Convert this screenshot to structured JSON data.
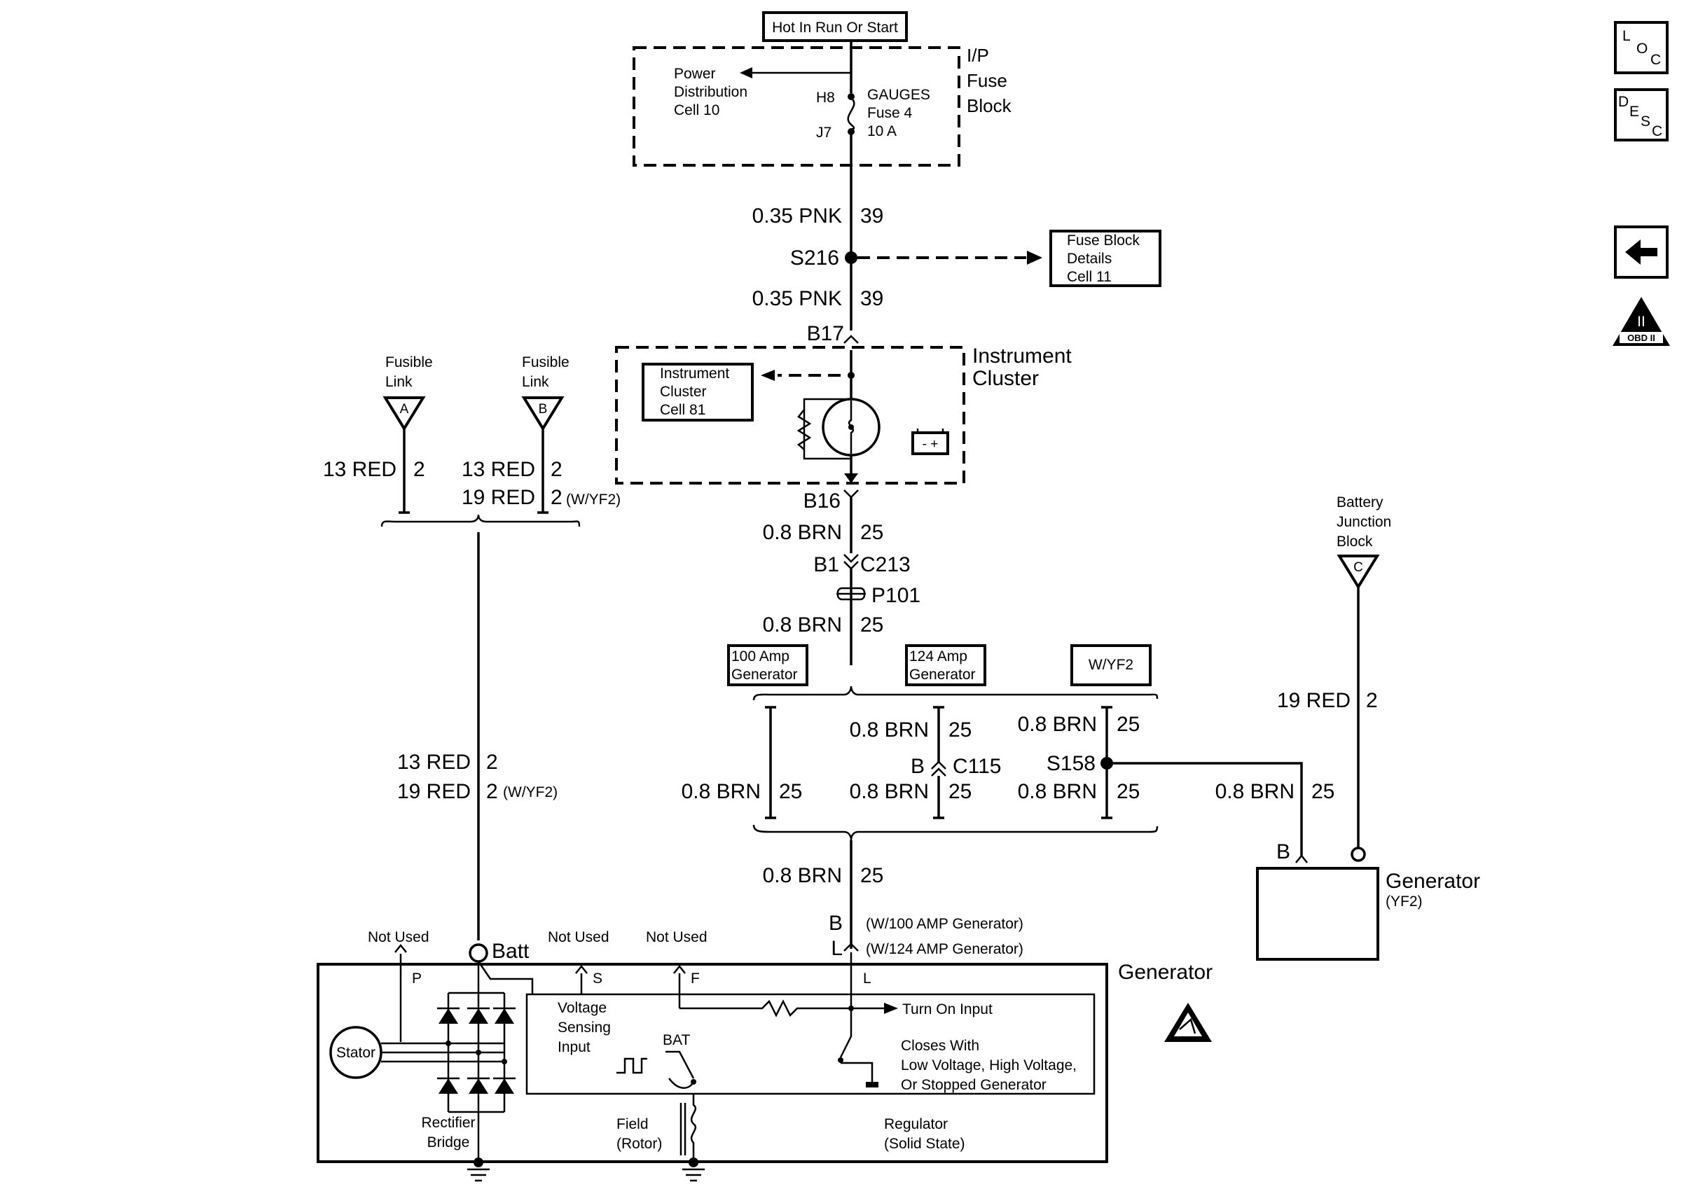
{
  "top": {
    "power_source": "Hot In Run Or Start",
    "ip_fuse_block": [
      "I/P",
      "Fuse",
      "Block"
    ],
    "power_distribution": [
      "Power",
      "Distribution",
      "Cell 10"
    ],
    "fuse": {
      "pin_top": "H8",
      "pin_bottom": "J7",
      "lines": [
        "GAUGES",
        "Fuse 4",
        "10 A"
      ]
    }
  },
  "splice_s216": {
    "wire_above": {
      "gauge": "0.35 PNK",
      "circuit": "39"
    },
    "label": "S216",
    "wire_below": {
      "gauge": "0.35 PNK",
      "circuit": "39"
    },
    "details_ref": [
      "Fuse Block",
      "Details",
      "Cell 11"
    ]
  },
  "instrument_cluster": {
    "pin_in": "B17",
    "pin_out": "B16",
    "title": [
      "Instrument",
      "Cluster"
    ],
    "ref": [
      "Instrument",
      "Cluster",
      "Cell 81"
    ],
    "battery_symbol": "- +"
  },
  "fusible_links": {
    "a": {
      "title": [
        "Fusible",
        "Link"
      ],
      "letter": "A",
      "gauge": "13 RED",
      "circuit": "2"
    },
    "b": {
      "title": [
        "Fusible",
        "Link"
      ],
      "letter": "B",
      "rows": [
        {
          "gauge": "13 RED",
          "circuit": "2",
          "note": ""
        },
        {
          "gauge": "19 RED",
          "circuit": "2",
          "note": "(W/YF2)"
        }
      ]
    },
    "trunk": [
      {
        "gauge": "13 RED",
        "circuit": "2",
        "note": ""
      },
      {
        "gauge": "19 RED",
        "circuit": "2",
        "note": "(W/YF2)"
      }
    ]
  },
  "brown_circuit": {
    "w1": {
      "gauge": "0.8 BRN",
      "circuit": "25"
    },
    "c213": {
      "pin": "B1",
      "label": "C213"
    },
    "p101": "P101",
    "w2": {
      "gauge": "0.8 BRN",
      "circuit": "25"
    },
    "options": [
      "100 Amp Generator",
      "124 Amp Generator",
      "W/YF2"
    ],
    "left_branch": {
      "gauge": "0.8 BRN",
      "circuit": "25"
    },
    "mid_top": {
      "gauge": "0.8 BRN",
      "circuit": "25"
    },
    "c115": {
      "pin": "B",
      "label": "C115"
    },
    "mid_bottom": {
      "gauge": "0.8 BRN",
      "circuit": "25"
    },
    "right_top": {
      "gauge": "0.8 BRN",
      "circuit": "25"
    },
    "s158": "S158",
    "right_bottom": {
      "gauge": "0.8 BRN",
      "circuit": "25"
    },
    "to_yf2": {
      "gauge": "0.8 BRN",
      "circuit": "25"
    },
    "final": {
      "gauge": "0.8 BRN",
      "circuit": "25"
    },
    "gen_pins": [
      {
        "pin": "B",
        "note": "(W/100 AMP Generator)"
      },
      {
        "pin": "L",
        "note": "(W/124 AMP Generator)"
      }
    ]
  },
  "battery_junction": {
    "title": [
      "Battery",
      "Junction",
      "Block"
    ],
    "letter": "C",
    "wire": {
      "gauge": "19 RED",
      "circuit": "2"
    }
  },
  "yf2_generator": {
    "pin": "B",
    "title": "Generator",
    "sub": "(YF2)"
  },
  "generator": {
    "title": "Generator",
    "batt": "Batt",
    "terminals": {
      "p": "P",
      "s": "S",
      "f": "F",
      "l": "L"
    },
    "not_used": [
      "Not Used",
      "Not Used",
      "Not Used"
    ],
    "stator": "Stator",
    "rectifier": [
      "Rectifier",
      "Bridge"
    ],
    "voltage_sensing": [
      "Voltage",
      "Sensing",
      "Input"
    ],
    "bat": "BAT",
    "field": [
      "Field",
      "(Rotor)"
    ],
    "turn_on": "Turn On Input",
    "closes": [
      "Closes With",
      "Low Voltage, High Voltage,",
      "Or Stopped Generator"
    ],
    "regulator": [
      "Regulator",
      "(Solid State)"
    ]
  },
  "nav": {
    "loc": [
      "L",
      "O",
      "C"
    ],
    "desc": [
      "D",
      "E",
      "S",
      "C"
    ],
    "back": "←",
    "obd_num": "II",
    "obd_label": "OBD II"
  }
}
